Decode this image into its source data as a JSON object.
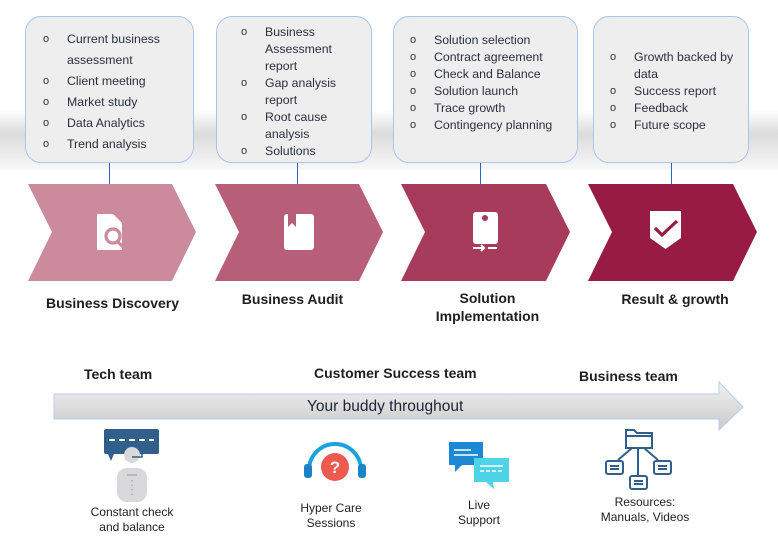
{
  "stages": [
    {
      "title": "Business Discovery",
      "color": "#cc8a9d",
      "icon": "document-search-icon",
      "items": [
        "Current business assessment",
        "Client meeting",
        "Market study",
        "Data Analytics",
        "Trend analysis"
      ]
    },
    {
      "title": "Business Audit",
      "color": "#b75e79",
      "icon": "bookmark-book-icon",
      "items": [
        "Business Assessment report",
        "Gap analysis report",
        "Root cause analysis",
        "Solutions"
      ]
    },
    {
      "title_lines": [
        "Solution",
        "Implementation"
      ],
      "title": "Solution Implementation",
      "color": "#a63b5c",
      "icon": "device-transfer-icon",
      "items": [
        "Solution selection",
        "Contract agreement",
        "Check and Balance",
        "Solution launch",
        "Trace growth",
        "Contingency planning"
      ]
    },
    {
      "title": "Result & growth",
      "color": "#971b42",
      "icon": "shield-check-icon",
      "items": [
        "Growth backed by data",
        "Success report",
        "Feedback",
        "Future scope"
      ]
    }
  ],
  "bullet": "o",
  "teams": [
    "Tech team",
    "Customer Success team",
    "Business team"
  ],
  "banner": "Your buddy throughout",
  "services": [
    {
      "label_lines": [
        "Constant check",
        "and balance"
      ],
      "icon": "support-agent-icon"
    },
    {
      "label_lines": [
        "Hyper Care",
        "Sessions"
      ],
      "icon": "headset-question-icon"
    },
    {
      "label_lines": [
        "Live",
        "Support"
      ],
      "icon": "chat-bubbles-icon"
    },
    {
      "label_lines": [
        "Resources:",
        "Manuals, Videos"
      ],
      "icon": "folder-tree-icon"
    }
  ],
  "colors": {
    "card_border": "#a9c4ee",
    "connector": "#2b62d1",
    "chat_dark": "#2f5f8a",
    "chat_blue": "#1d88d3",
    "chat_cyan": "#4fd3e6",
    "hyper_red": "#ef5a4f",
    "headset_blue": "#1aa3e0"
  }
}
